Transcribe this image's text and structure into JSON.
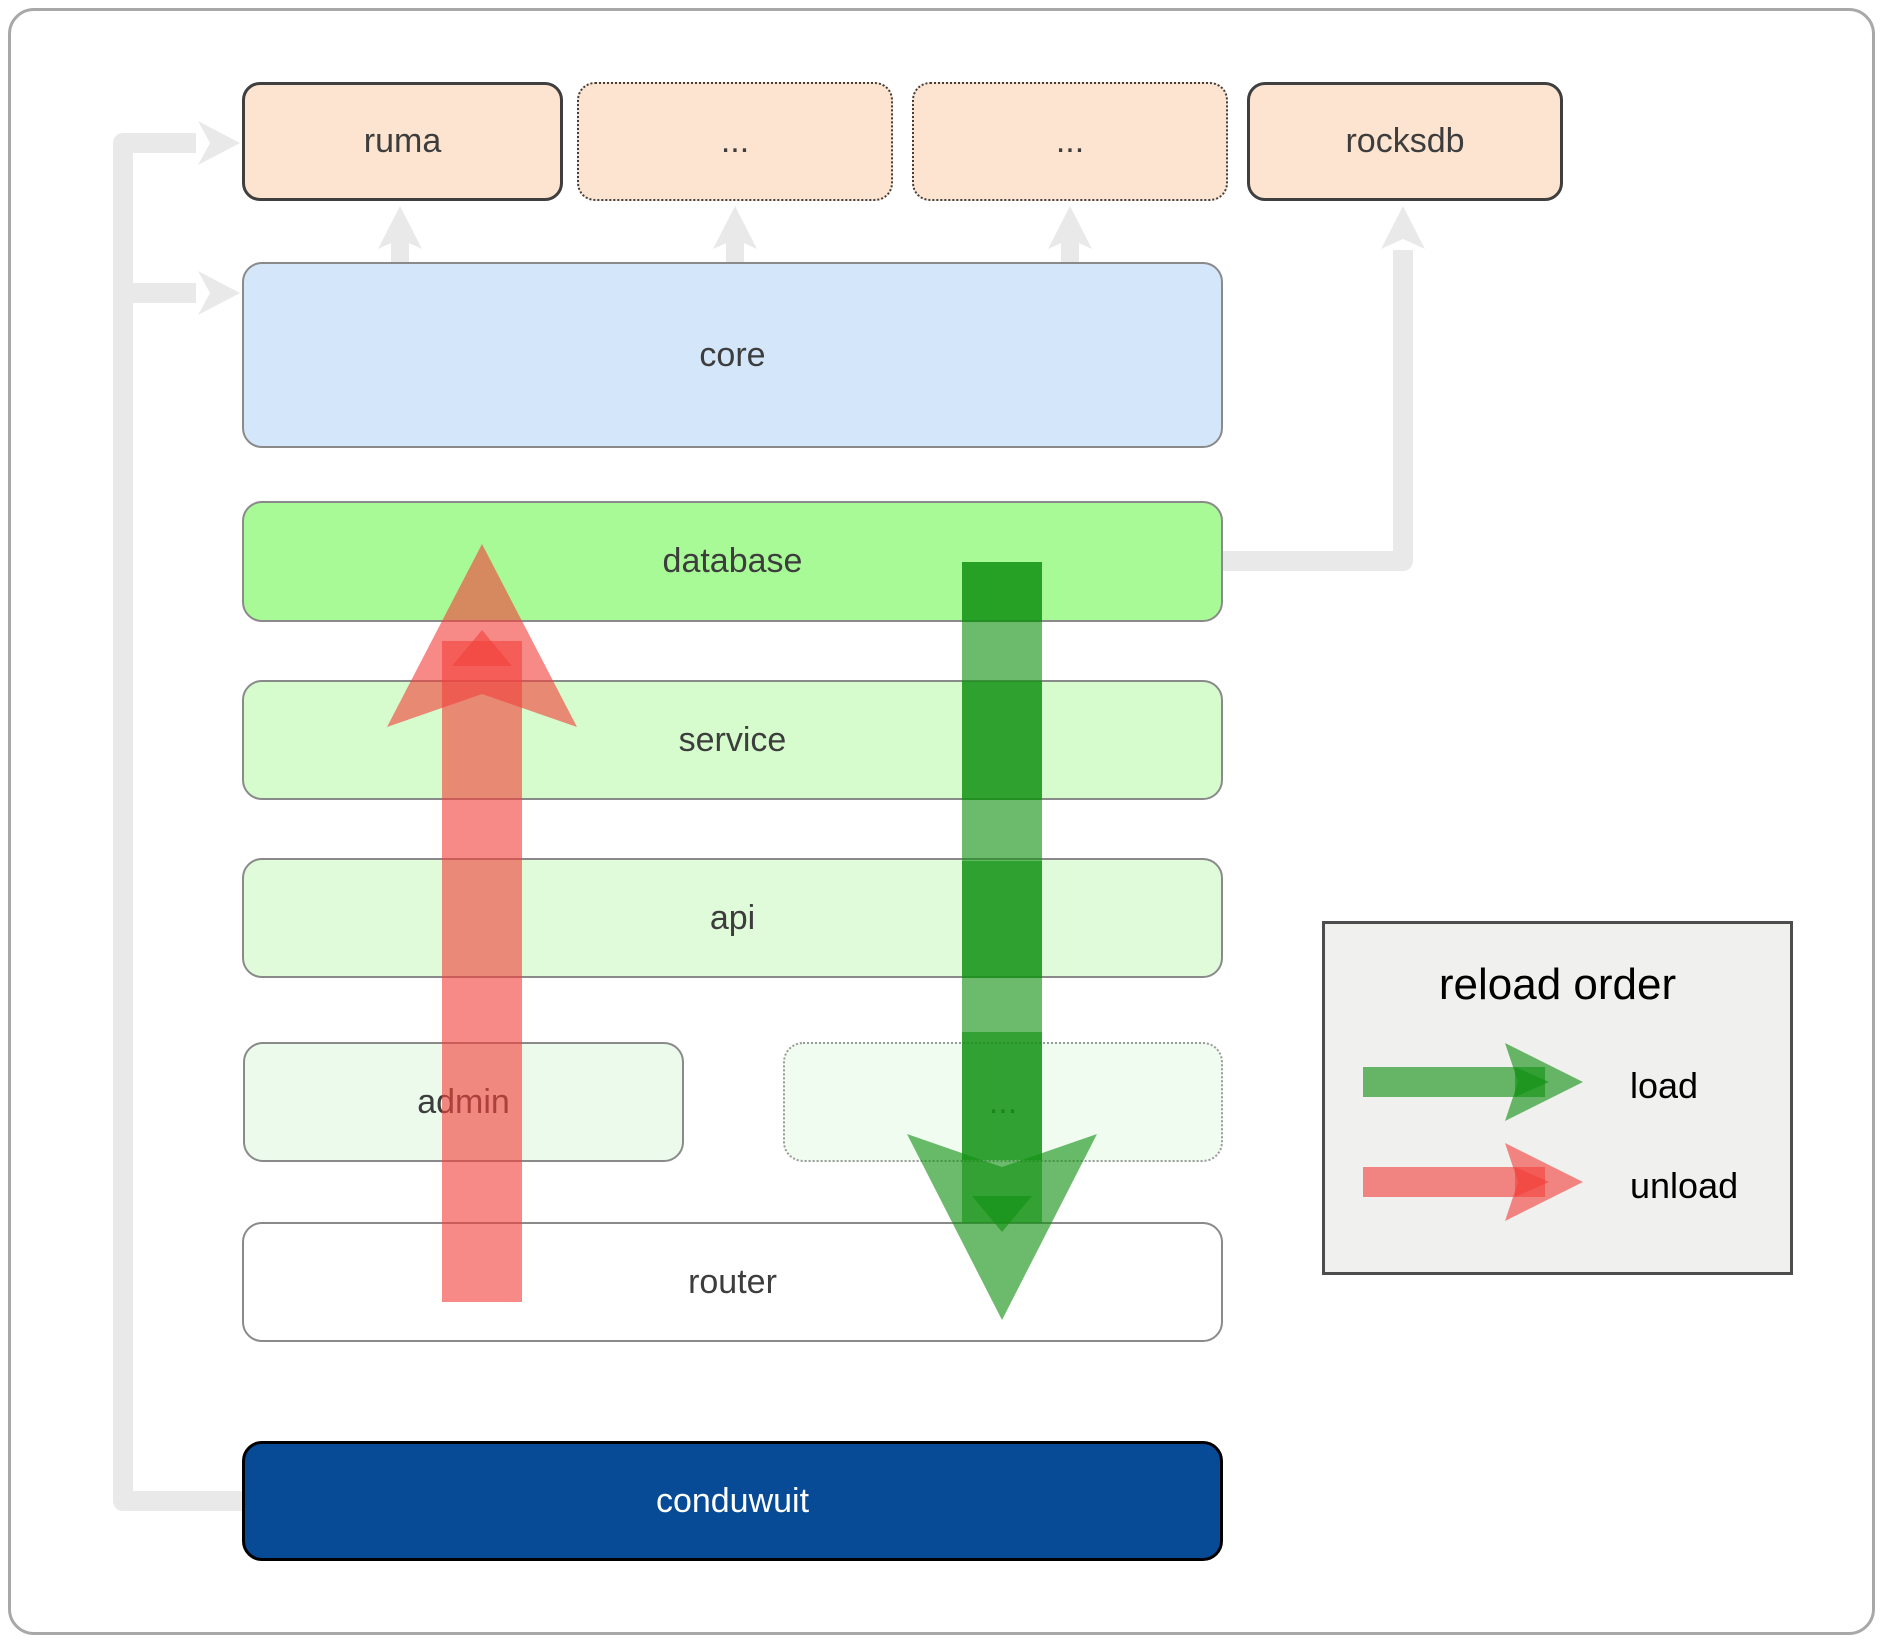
{
  "boxes": {
    "ruma": {
      "label": "ruma"
    },
    "ellipsis1": {
      "label": "..."
    },
    "ellipsis2": {
      "label": "..."
    },
    "rocksdb": {
      "label": "rocksdb"
    },
    "core": {
      "label": "core"
    },
    "database": {
      "label": "database"
    },
    "service": {
      "label": "service"
    },
    "api": {
      "label": "api"
    },
    "admin": {
      "label": "admin"
    },
    "ellipsis3": {
      "label": "..."
    },
    "router": {
      "label": "router"
    },
    "conduwuit": {
      "label": "conduwuit"
    }
  },
  "legend": {
    "title": "reload order",
    "load_label": "load",
    "unload_label": "unload"
  },
  "colors": {
    "load_arrow": "#119114",
    "unload_arrow": "#f2423c",
    "connector_gray": "#e9e9e9",
    "ruma_fill": "#fce4d0",
    "core_fill": "#d4e6fa",
    "database_fill": "#a8fa96",
    "service_fill": "#d6fcce",
    "api_fill": "#dffbda",
    "admin_fill": "#ecfaec",
    "router_fill": "#ffffff",
    "conduwuit_fill": "#074a96"
  }
}
